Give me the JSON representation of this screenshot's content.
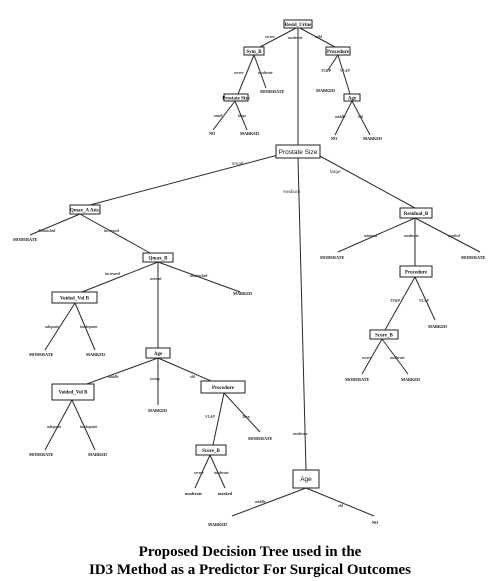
{
  "caption": {
    "line1": "Proposed Decision Tree used in the",
    "line2": "ID3 Method as a Predictor For Surgical Outcomes"
  },
  "tree": {
    "nodes": {
      "root": "Resid_Urine",
      "symp_b": "Sym_B",
      "procedure_top": "Procedure",
      "prostate_size_top": "Prostate Size",
      "age_top": "Age",
      "prostate_size": "Prostate Size",
      "qmax_a": "Qmax_A Atts.",
      "qmax_b": "Qmax_B",
      "voided_vol_1": "Voided_Vol B",
      "age_mid": "Age",
      "voided_vol_2": "Voided_Vol B",
      "procedure_mid": "Procedure",
      "score_b_mid": "Score_B",
      "residual_b": "Residual_B",
      "procedure_right": "Procedure",
      "score_b_right": "Score_B",
      "age_bottom": "Age"
    },
    "edges": {
      "root_severe": "severe",
      "root_moderate": "moderate",
      "root_mild": "mild",
      "sym_severe": "severe",
      "sym_moderate": "moderate",
      "proc_turp": "TURP",
      "proc_vlap": "VLAP",
      "psize_small": "small",
      "psize_large": "large",
      "age_middle": "middle",
      "age_old": "old",
      "ps_small": "small",
      "ps_medium": "medium",
      "ps_large": "large",
      "qa_diminished": "diminished",
      "qa_increased": "increased",
      "qb_increased": "increased",
      "qb_normal": "normal",
      "qb_diminished": "diminished",
      "vv1_adequate": "adequate",
      "vv1_inadequate": "inadequate",
      "age_m_middle": "middle",
      "age_m_young": "young",
      "age_m_old": "old",
      "vv2_adequate": "adequate",
      "vv2_inadequate": "inadequate",
      "pm_vlap": "VLAP",
      "pm_turp": "Turp",
      "sb_severe": "severe",
      "sb_moderate": "moderate",
      "rb_minimal": "minimal",
      "rb_moderate": "moderate",
      "rb_marked": "marked",
      "pr_turp": "TURP",
      "pr_vlap": "VLAP",
      "sr_severe": "severe",
      "sr_moderate": "moderate",
      "ab_moderate": "moderate",
      "ab_middle": "middle",
      "ab_old": "old"
    },
    "leaves": {
      "sym_moderate_leaf": "MODERATE",
      "psize_marked": "MARKED",
      "proc_turp_marked": "MARKED",
      "psize_small_no": "NO",
      "psize_large_marked": "MARKED",
      "age_middle_no": "NO",
      "age_old_marked": "MARKED",
      "qa_moderate": "MODERATE",
      "qb_marked": "MARKED",
      "vv1_moderate": "MODERATE",
      "vv1_marked": "MARKED",
      "age_young_marked": "MARKED",
      "vv2_moderate": "MODERATE",
      "vv2_marked": "MARKED",
      "pm_moderate": "MODERATE",
      "sb_moderate": "moderate",
      "sb_marked": "marked",
      "rb_moderate": "MODERATE",
      "rb_marked_leaf": "MODERATE",
      "pr_marked": "MARKED",
      "sr_moderate": "MODERATE",
      "sr_marked": "MARKED",
      "ab_marked": "MARKED",
      "ab_no": "NO"
    }
  }
}
